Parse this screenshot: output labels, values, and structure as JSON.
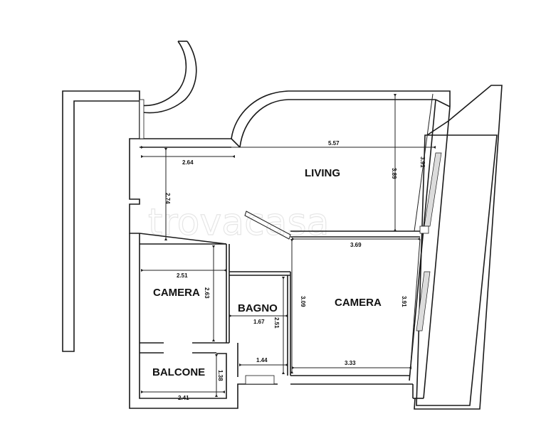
{
  "watermark": "trovacasa",
  "rooms": {
    "living": "LIVING",
    "camera_left": "CAMERA",
    "bagno": "BAGNO",
    "camera_right": "CAMERA",
    "balcone": "BALCONE"
  },
  "dimensions": {
    "living_width": "5.57",
    "living_partial": "2.64",
    "living_height": "3.89",
    "living_left_height": "2.74",
    "right_wall": "3.91",
    "camera_right_width": "3.69",
    "camera_right_height": "3.09",
    "camera_right_bottom": "3.33",
    "camera_right_side": "3.91",
    "camera_left_width": "2.51",
    "camera_left_height": "2.63",
    "bagno_width": "1.67",
    "bagno_height": "2.51",
    "bagno_bottom": "1.44",
    "balcone_width": "2.41",
    "balcone_height": "1.38"
  }
}
